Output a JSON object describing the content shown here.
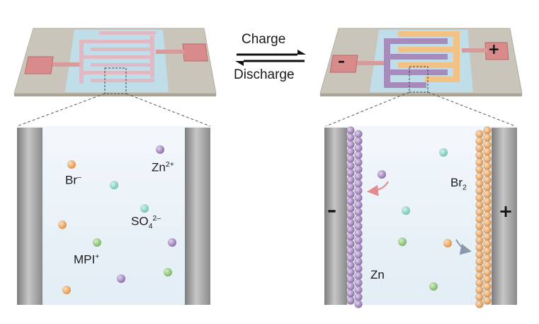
{
  "arrows": {
    "charge_label": "Charge",
    "discharge_label": "Discharge"
  },
  "left_panel": {
    "ions": [
      {
        "name": "Br",
        "sup": "–",
        "sub": ""
      },
      {
        "name": "Zn",
        "sup": "2+",
        "sub": ""
      },
      {
        "name": "SO",
        "sub": "4",
        "sup": "2–"
      },
      {
        "name": "MPI",
        "sup": "+",
        "sub": ""
      }
    ]
  },
  "right_panel": {
    "anode_sign": "–",
    "cathode_sign": "+",
    "zn_label": "Zn",
    "br2_label": {
      "name": "Br",
      "sub": "2"
    }
  },
  "device_right": {
    "neg_sign": "–",
    "pos_sign": "+"
  },
  "colors": {
    "substrate": "#c7c3b8",
    "pad": "#d98a8a",
    "electrolyte": "#cfe6ee",
    "zn_purple": "#a78bbd",
    "br_orange": "#f2b26b",
    "ion_teal": "#8fd3c9",
    "ion_green": "#9ccd85",
    "ion_purple": "#a98bc2",
    "ion_orange": "#f0ad6e",
    "wall_gray": "#9a9a9a"
  }
}
